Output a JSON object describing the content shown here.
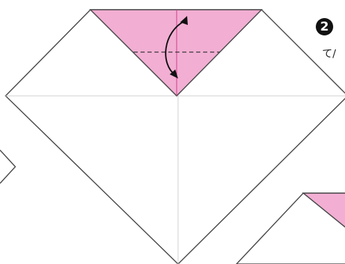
{
  "step": {
    "number": "2",
    "text": "て/"
  },
  "colors": {
    "paper": "#ffffff",
    "paper_colored_side": "#f2aed3",
    "outline": "#4a4a4a",
    "crease": "#cfcfcf",
    "center_crease_on_flap": "#d03a8a",
    "fold_line_dashed": "#333333",
    "fold_arrow": "#111111"
  },
  "icons": [
    "curved-double-fold-arrow",
    "step-number-badge"
  ]
}
